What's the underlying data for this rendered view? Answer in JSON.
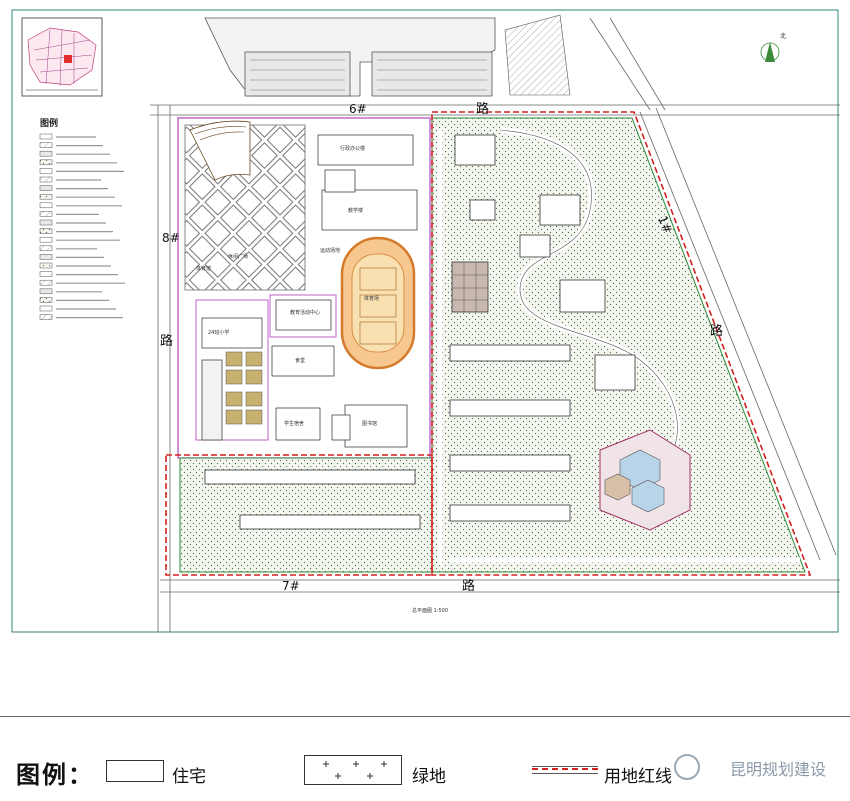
{
  "plan": {
    "roads": {
      "north": "6#",
      "north_suffix": "路",
      "west": "8#",
      "west_suffix": "路",
      "south": "7#",
      "south_suffix": "路",
      "east": "1#",
      "east_suffix": "路"
    },
    "north_label": "北",
    "plan_title": "总平面图 1:500",
    "side_legend_title": "图例",
    "buildings": {
      "admin": "行政办公楼",
      "teaching": "教学楼",
      "plaza": "休闲广场",
      "sports": "运动场地",
      "gym": "体育馆",
      "activity": "教育活动中心",
      "canteen": "食堂",
      "dorm": "学生宿舍",
      "library": "图书馆",
      "school_block": "24班小学",
      "stadium_label": "体育场"
    }
  },
  "legend": {
    "title": "图例：",
    "items": [
      {
        "label": "住宅"
      },
      {
        "label": "绿地"
      },
      {
        "label": "用地红线"
      }
    ]
  },
  "watermark": "昆明规划建设",
  "colors": {
    "redline": "#d42020",
    "green": "#2d8a3a",
    "magenta": "#c060c8",
    "track": "#e89a3c",
    "court": "#f2d28a",
    "grid": "#7a7a7a"
  }
}
